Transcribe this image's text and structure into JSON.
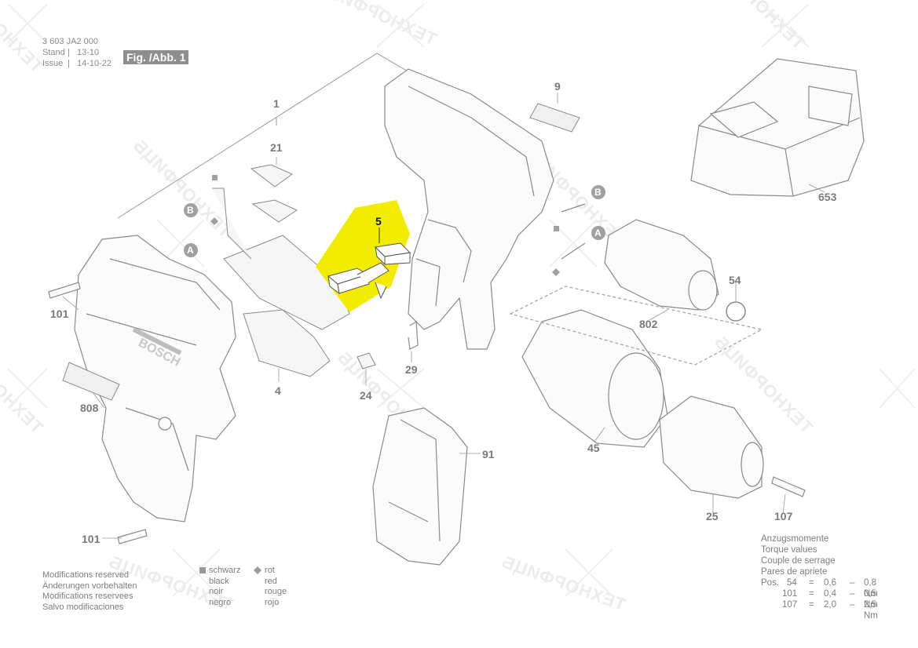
{
  "header": {
    "doc_number": "3 603 JA2 000",
    "stand_label": "Stand",
    "stand_value": "13-10",
    "issue_label": "Issue",
    "issue_value": "14-10-22",
    "figure_label": "Fig. /Abb. 1"
  },
  "watermark_text": "ТЕХНОРФИЦБ",
  "highlight_color": "#f2ec00",
  "parts": [
    {
      "id": "1",
      "label": "1"
    },
    {
      "id": "4",
      "label": "4"
    },
    {
      "id": "5",
      "label": "5",
      "highlighted": true
    },
    {
      "id": "9",
      "label": "9"
    },
    {
      "id": "21",
      "label": "21"
    },
    {
      "id": "24",
      "label": "24"
    },
    {
      "id": "25",
      "label": "25"
    },
    {
      "id": "29",
      "label": "29"
    },
    {
      "id": "45",
      "label": "45"
    },
    {
      "id": "54",
      "label": "54"
    },
    {
      "id": "91",
      "label": "91"
    },
    {
      "id": "101a",
      "label": "101"
    },
    {
      "id": "101b",
      "label": "101"
    },
    {
      "id": "107",
      "label": "107"
    },
    {
      "id": "653",
      "label": "653"
    },
    {
      "id": "802",
      "label": "802"
    },
    {
      "id": "808",
      "label": "808"
    }
  ],
  "connectors": {
    "a": "A",
    "b": "B"
  },
  "modifications": [
    "Modifications reserved",
    "Änderungen vorbehalten",
    "Modifications reservees",
    "Salvo modificaciones"
  ],
  "legend": {
    "black": [
      "schwarz",
      "black",
      "noir",
      "negro"
    ],
    "red": [
      "rot",
      "red",
      "rouge",
      "rojo"
    ]
  },
  "torque": {
    "titles": [
      "Anzugsmomente",
      "Torque values",
      "Couple de serrage",
      "Pares de apriete"
    ],
    "pos_label": "Pos.",
    "rows": [
      {
        "pos": "54",
        "eq": "=",
        "min": "0,6",
        "dash": "–",
        "max": "0,8 Nm"
      },
      {
        "pos": "101",
        "eq": "=",
        "min": "0,4",
        "dash": "–",
        "max": "0,5 Nm"
      },
      {
        "pos": "107",
        "eq": "=",
        "min": "2,0",
        "dash": "–",
        "max": "2,5 Nm"
      }
    ]
  }
}
